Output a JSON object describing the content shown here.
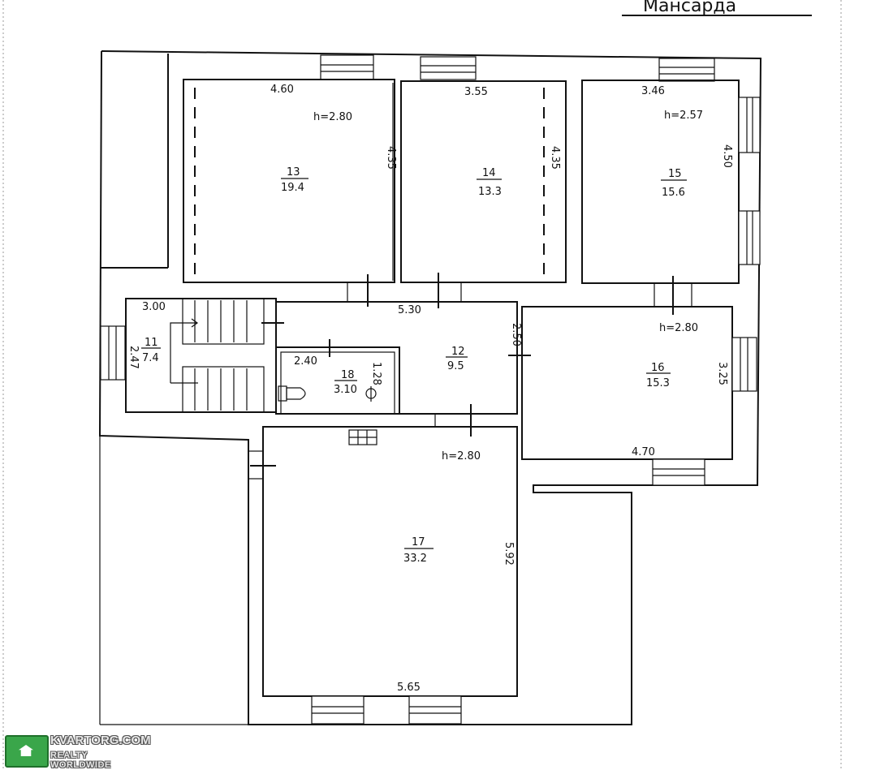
{
  "title": "Мансарда",
  "rooms": [
    {
      "id": "13",
      "number": "13",
      "area": "19.4",
      "dims": [
        "4.60",
        "4.35"
      ],
      "height": "h=2.80"
    },
    {
      "id": "14",
      "number": "14",
      "area": "13.3",
      "dims": [
        "3.55",
        "4.35"
      ]
    },
    {
      "id": "15",
      "number": "15",
      "area": "15.6",
      "dims": [
        "3.46",
        "4.50"
      ],
      "height": "h=2.57"
    },
    {
      "id": "11",
      "number": "11",
      "area": "7.4",
      "dims": [
        "3.00",
        "2.47"
      ]
    },
    {
      "id": "12",
      "number": "12",
      "area": "9.5",
      "dims": [
        "5.30",
        "2.50"
      ]
    },
    {
      "id": "18",
      "number": "18",
      "area": "3.10",
      "dims": [
        "2.40",
        "1.28"
      ]
    },
    {
      "id": "16",
      "number": "16",
      "area": "15.3",
      "dims": [
        "4.70",
        "3.25"
      ],
      "height": "h=2.80"
    },
    {
      "id": "17",
      "number": "17",
      "area": "33.2",
      "dims": [
        "5.65",
        "5.92"
      ],
      "height": "h=2.80"
    }
  ],
  "watermark": {
    "line1": "KVARTORG.COM",
    "line2": "REALTY WORLDWIDE",
    "accent": "#3aa64a"
  },
  "colors": {
    "ink": "#111111",
    "paper": "#ffffff"
  }
}
